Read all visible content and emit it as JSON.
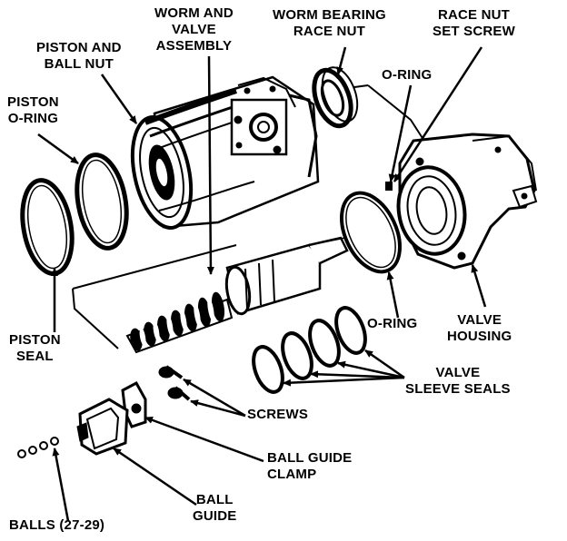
{
  "labels": {
    "worm_and_valve_assembly": [
      "WORM AND",
      "VALVE",
      "ASSEMBLY"
    ],
    "worm_bearing_race_nut": [
      "WORM BEARING",
      "RACE NUT"
    ],
    "race_nut_set_screw": [
      "RACE NUT",
      "SET SCREW"
    ],
    "piston_and_ball_nut": [
      "PISTON AND",
      "BALL NUT"
    ],
    "piston_o_ring": [
      "PISTON",
      "O-RING"
    ],
    "o_ring_top": [
      "O-RING"
    ],
    "piston_seal": [
      "PISTON",
      "SEAL"
    ],
    "o_ring_bottom": [
      "O-RING"
    ],
    "valve_housing": [
      "VALVE",
      "HOUSING"
    ],
    "valve_sleeve_seals": [
      "VALVE",
      "SLEEVE SEALS"
    ],
    "screws": [
      "SCREWS"
    ],
    "ball_guide_clamp": [
      "BALL GUIDE",
      "CLAMP"
    ],
    "ball_guide": [
      "BALL",
      "GUIDE"
    ],
    "balls": [
      "BALLS (27-29)"
    ]
  },
  "colors": {
    "ink": "#000000",
    "paper": "#ffffff"
  }
}
